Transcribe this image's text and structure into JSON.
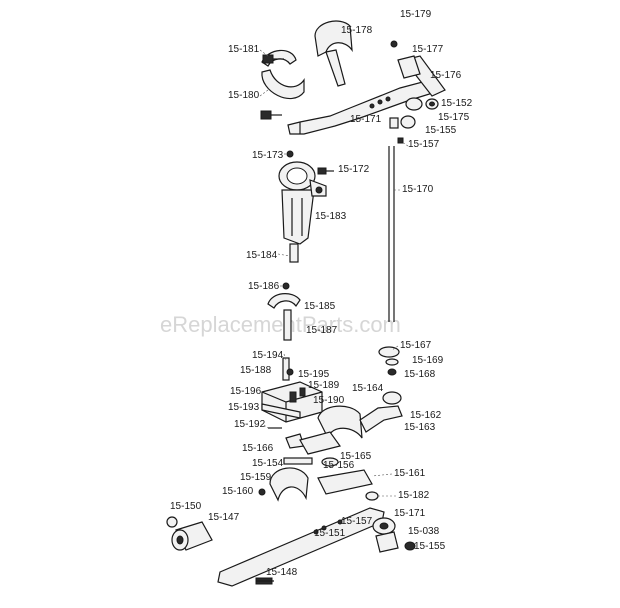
{
  "watermark": "eReplacementParts.com",
  "labels": {
    "p15_179": "15-179",
    "p15_178": "15-178",
    "p15_177": "15-177",
    "p15_176": "15-176",
    "p15_181": "15-181",
    "p15_180": "15-180",
    "p15_152": "15-152",
    "p15_175": "15-175",
    "p15_171a": "15-171",
    "p15_155a": "15-155",
    "p15_157a": "15-157",
    "p15_173": "15-173",
    "p15_172": "15-172",
    "p15_170": "15-170",
    "p15_183": "15-183",
    "p15_184": "15-184",
    "p15_186": "15-186",
    "p15_185": "15-185",
    "p15_187": "15-187",
    "p15_167": "15-167",
    "p15_169": "15-169",
    "p15_168": "15-168",
    "p15_194": "15-194",
    "p15_188": "15-188",
    "p15_195": "15-195",
    "p15_189": "15-189",
    "p15_196": "15-196",
    "p15_164": "15-164",
    "p15_190": "15-190",
    "p15_193": "15-193",
    "p15_162": "15-162",
    "p15_163": "15-163",
    "p15_192": "15-192",
    "p15_166": "15-166",
    "p15_165": "15-165",
    "p15_154": "15-154",
    "p15_156": "15-156",
    "p15_161": "15-161",
    "p15_159": "15-159",
    "p15_160": "15-160",
    "p15_182": "15-182",
    "p15_150": "15-150",
    "p15_147": "15-147",
    "p15_157b": "15-157",
    "p15_171b": "15-171",
    "p15_151": "15-151",
    "p15_038": "15-038",
    "p15_155b": "15-155",
    "p15_148": "15-148"
  }
}
